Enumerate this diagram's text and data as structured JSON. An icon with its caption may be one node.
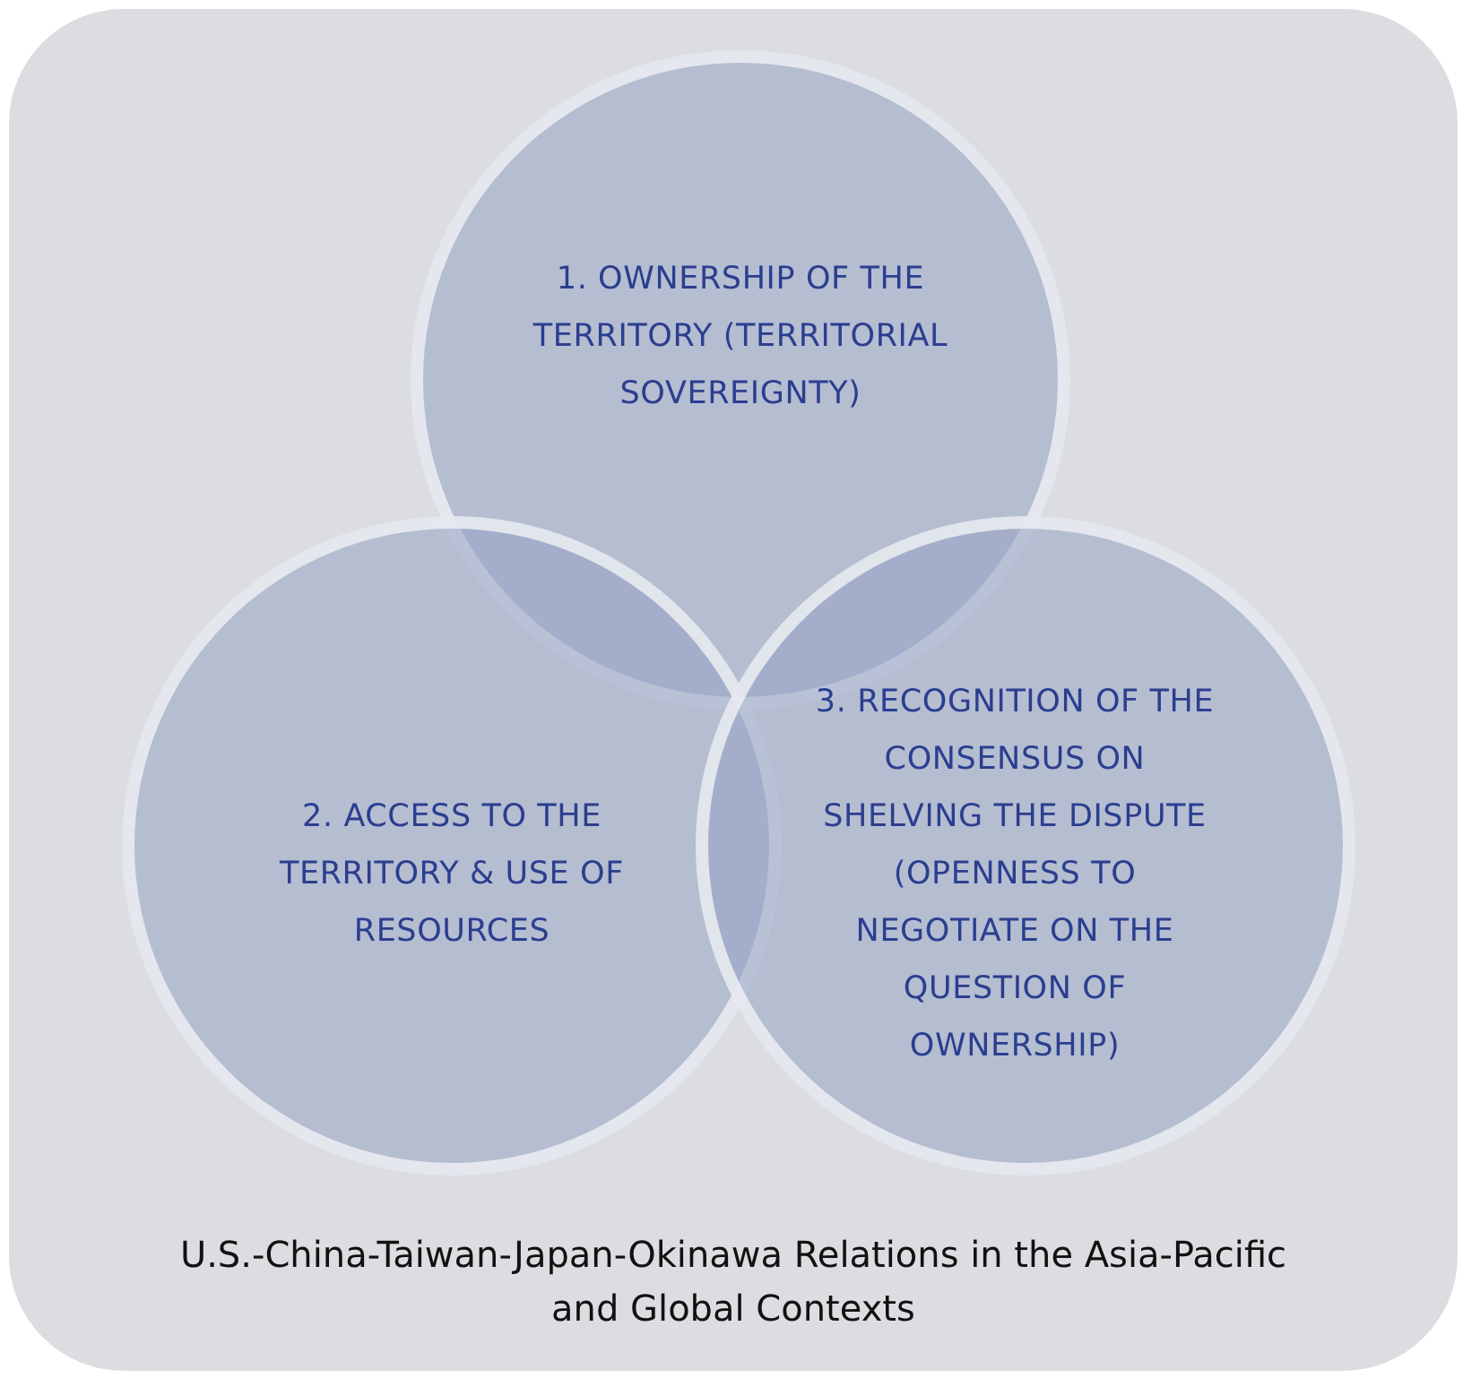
{
  "diagram": {
    "nodes": [
      {
        "text": [
          "U.S.-China-Taiwan-Japan-Okinawa Relations in the Asia-Pacific and Global Contexts"
        ]
      },
      {
        "text": [
          "1. OWNERSHIP OF THE TERRITORY (TERRITORIAL SOVEREIGNTY)"
        ],
        "in": 0
      },
      {
        "text": [
          "2. ACCESS TO THE TERRITORY & USE OF RESOURCES"
        ],
        "in": 0
      },
      {
        "text": [
          "3. RECOGNITION OF THE CONSENSUS ON SHELVING THE DISPUTE (OPENNESS TO NEGOTIATE ON THE QUESTION OF OWNERSHIP)"
        ],
        "in": 0
      }
    ]
  }
}
